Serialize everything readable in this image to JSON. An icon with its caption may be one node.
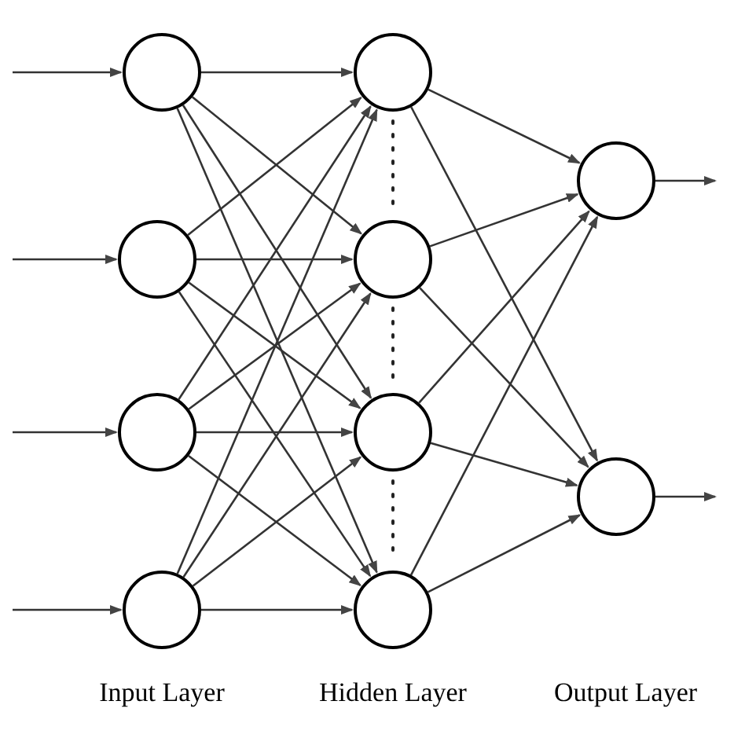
{
  "diagram": {
    "nodes": [
      {
        "text": [],
        "shape": "circle"
      },
      {
        "text": [],
        "shape": "circle"
      },
      {
        "text": [],
        "shape": "circle"
      },
      {
        "text": [],
        "shape": "circle"
      },
      {
        "text": [],
        "shape": "circle"
      },
      {
        "text": [],
        "shape": "circle"
      },
      {
        "text": [],
        "shape": "circle"
      },
      {
        "text": [],
        "shape": "circle"
      },
      {
        "text": [],
        "shape": "circle"
      },
      {
        "text": [],
        "shape": "circle"
      }
    ],
    "edges": [
      {
        "from": null,
        "to": 0,
        "arrow": "to"
      },
      {
        "from": null,
        "to": 1,
        "arrow": "to"
      },
      {
        "from": null,
        "to": 2,
        "arrow": "to"
      },
      {
        "from": null,
        "to": 3,
        "arrow": "to"
      },
      {
        "from": 0,
        "to": 4,
        "arrow": "to"
      },
      {
        "from": 0,
        "to": 5,
        "arrow": "to"
      },
      {
        "from": 0,
        "to": 6,
        "arrow": "to"
      },
      {
        "from": 0,
        "to": 7,
        "arrow": "to"
      },
      {
        "from": 1,
        "to": 4,
        "arrow": "to"
      },
      {
        "from": 1,
        "to": 5,
        "arrow": "to"
      },
      {
        "from": 1,
        "to": 6,
        "arrow": "to"
      },
      {
        "from": 1,
        "to": 7,
        "arrow": "to"
      },
      {
        "from": 2,
        "to": 4,
        "arrow": "to"
      },
      {
        "from": 2,
        "to": 5,
        "arrow": "to"
      },
      {
        "from": 2,
        "to": 6,
        "arrow": "to"
      },
      {
        "from": 2,
        "to": 7,
        "arrow": "to"
      },
      {
        "from": 3,
        "to": 4,
        "arrow": "to"
      },
      {
        "from": 3,
        "to": 5,
        "arrow": "to"
      },
      {
        "from": 3,
        "to": 6,
        "arrow": "to"
      },
      {
        "from": 3,
        "to": 7,
        "arrow": "to"
      },
      {
        "from": 4,
        "to": 8,
        "arrow": "to"
      },
      {
        "from": 4,
        "to": 9,
        "arrow": "to"
      },
      {
        "from": 5,
        "to": 8,
        "arrow": "to"
      },
      {
        "from": 5,
        "to": 9,
        "arrow": "to"
      },
      {
        "from": 6,
        "to": 8,
        "arrow": "to"
      },
      {
        "from": 6,
        "to": 9,
        "arrow": "to"
      },
      {
        "from": 7,
        "to": 8,
        "arrow": "to"
      },
      {
        "from": 7,
        "to": 9,
        "arrow": "to"
      },
      {
        "from": 8,
        "to": null,
        "arrow": "to"
      },
      {
        "from": 9,
        "to": null,
        "arrow": "to"
      }
    ],
    "labels": [
      "Input Layer",
      "Hidden Layer",
      "Output Layer"
    ]
  }
}
